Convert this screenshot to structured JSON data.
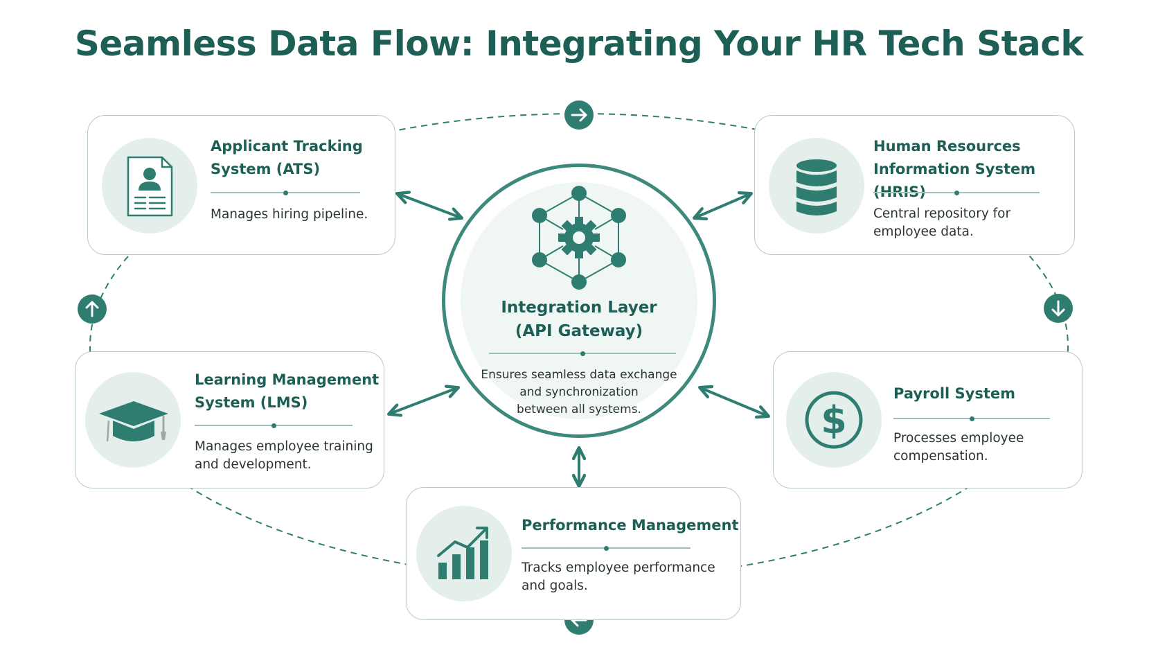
{
  "title": "Seamless Data Flow: Integrating Your HR Tech Stack",
  "colors": {
    "primary": "#2e7d70",
    "title": "#1d5f55",
    "icon_bg": "#e4efec",
    "card_border": "#b9cac6"
  },
  "hub": {
    "title": "Integration Layer\n(API Gateway)",
    "description": "Ensures seamless data exchange\nand synchronization\nbetween all systems.",
    "icon": "network-gear-icon"
  },
  "systems": {
    "ats": {
      "title": "Applicant Tracking\nSystem (ATS)",
      "description": "Manages hiring pipeline.",
      "icon": "resume-icon"
    },
    "hris": {
      "title": "Human Resources\nInformation System (HRIS)",
      "description": "Central repository for\nemployee data.",
      "icon": "database-icon"
    },
    "lms": {
      "title": "Learning Management\nSystem (LMS)",
      "description": "Manages employee training\nand development.",
      "icon": "graduation-cap-icon"
    },
    "payroll": {
      "title": "Payroll System",
      "description": "Processes employee\ncompensation.",
      "icon": "dollar-icon"
    },
    "performance": {
      "title": "Performance Management",
      "description": "Tracks employee performance\nand goals.",
      "icon": "growth-chart-icon"
    }
  },
  "flow_direction": {
    "top": "right",
    "right": "down",
    "bottom": "left",
    "left": "up"
  }
}
